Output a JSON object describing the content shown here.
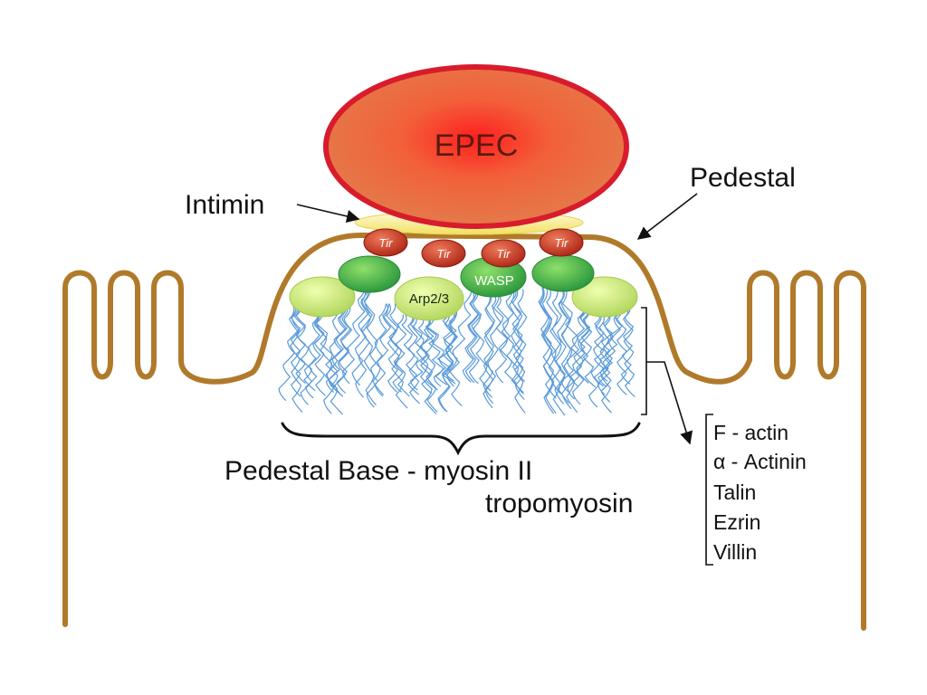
{
  "labels": {
    "epec": "EPEC",
    "intimin": "Intimin",
    "pedestal": "Pedestal",
    "tir": [
      "Tir",
      "Tir",
      "Tir",
      "Tir"
    ],
    "arp23": "Arp2/3",
    "wasp": "WASP",
    "pedestal_base_line1": "Pedestal Base - myosin II",
    "pedestal_base_line2": "tropomyosin"
  },
  "protein_list": [
    "F - actin",
    "α - Actinin",
    "Talin",
    "Ezrin",
    "Villin"
  ],
  "colors": {
    "membrane": "#b07a2a",
    "epec_fill": "#e8503a",
    "epec_stroke": "#d81c2c",
    "intimin": "#f6ec8a",
    "tir": "#c43a2a",
    "green_dark": "#3aa84a",
    "green_light": "#c8e870",
    "actin": "#5a9ad8"
  }
}
